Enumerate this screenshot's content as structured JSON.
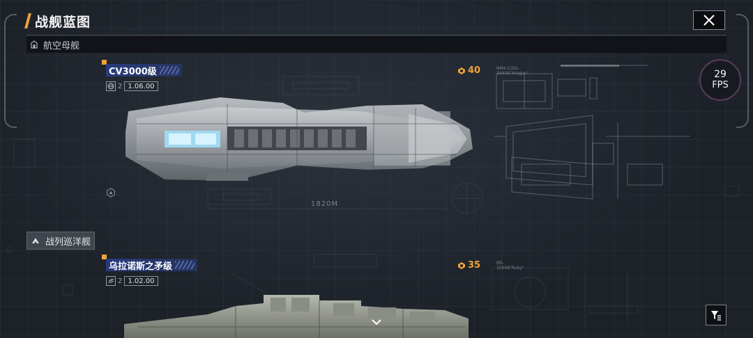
{
  "header": {
    "title": "战舰蓝图"
  },
  "categories": [
    {
      "label": "航空母舰"
    },
    {
      "label": "战列巡洋舰"
    }
  ],
  "ships": [
    {
      "name": "CV3000级",
      "tier": "2",
      "version": "1.06.00",
      "cost": "40",
      "blueprint_code": "NM4-C/SG-3440A\"Aragon\"",
      "length": "1820M"
    },
    {
      "name": "乌拉诺斯之矛级",
      "tier": "2",
      "version": "1.02.00",
      "cost": "35",
      "blueprint_code": "BR-10508\"Ruby\""
    }
  ],
  "fps": {
    "value": "29",
    "unit": "FPS"
  },
  "icons": {
    "close": "close-icon",
    "carrier": "carrier-class-icon",
    "battlecruiser": "battlecruiser-class-icon",
    "globe": "globe-icon",
    "speed": "speed-icon",
    "cost": "cost-icon",
    "filter": "filter-icon",
    "scroll": "chevron-down-icon"
  },
  "colors": {
    "accent": "#f0a23a",
    "name_tag": "#283c82",
    "background": "#1d2229"
  }
}
